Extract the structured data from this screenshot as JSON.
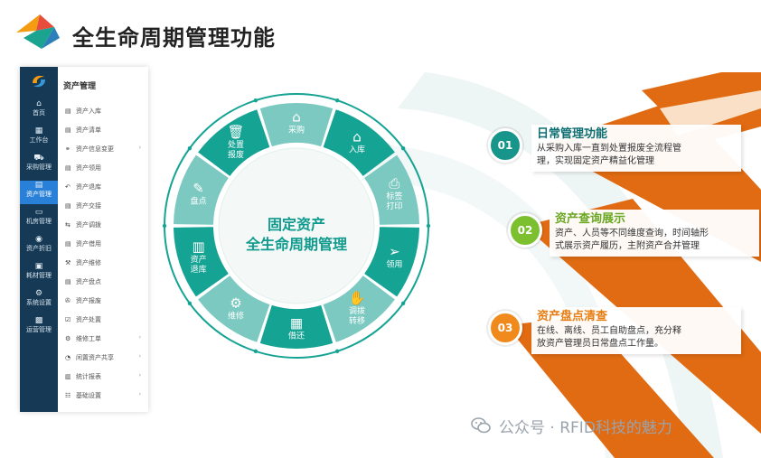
{
  "header": {
    "title": "全生命周期管理功能"
  },
  "app": {
    "rail": [
      {
        "icon": "home-icon",
        "glyph": "⌂",
        "label": "首页"
      },
      {
        "icon": "grid-icon",
        "glyph": "▦",
        "label": "工作台"
      },
      {
        "icon": "cart-icon",
        "glyph": "⛟",
        "label": "采购管理"
      },
      {
        "icon": "asset-icon",
        "glyph": "▤",
        "label": "资产管理"
      },
      {
        "icon": "monitor-icon",
        "glyph": "▭",
        "label": "机房管理"
      },
      {
        "icon": "refresh-icon",
        "glyph": "◉",
        "label": "资产折旧"
      },
      {
        "icon": "box-icon",
        "glyph": "▣",
        "label": "耗材管理"
      },
      {
        "icon": "gear-icon",
        "glyph": "⚙",
        "label": "系统设置"
      },
      {
        "icon": "ops-icon",
        "glyph": "▩",
        "label": "运营管理"
      }
    ],
    "menu": {
      "heading": "资产管理",
      "items": [
        {
          "icon": "doc-icon",
          "glyph": "▤",
          "label": "资产入库",
          "arrow": ""
        },
        {
          "icon": "list-icon",
          "glyph": "▤",
          "label": "资产清单",
          "arrow": ""
        },
        {
          "icon": "link-icon",
          "glyph": "⚭",
          "label": "资产信息变更",
          "arrow": "›"
        },
        {
          "icon": "borrow-icon",
          "glyph": "▤",
          "label": "资产领用",
          "arrow": ""
        },
        {
          "icon": "return-icon",
          "glyph": "↶",
          "label": "资产退库",
          "arrow": ""
        },
        {
          "icon": "handover-icon",
          "glyph": "▤",
          "label": "资产交接",
          "arrow": ""
        },
        {
          "icon": "transfer-icon",
          "glyph": "⇆",
          "label": "资产调拨",
          "arrow": ""
        },
        {
          "icon": "lend-icon",
          "glyph": "▤",
          "label": "资产借用",
          "arrow": ""
        },
        {
          "icon": "repair-icon",
          "glyph": "⚒",
          "label": "资产维修",
          "arrow": ""
        },
        {
          "icon": "inventory-icon",
          "glyph": "▤",
          "label": "资产盘点",
          "arrow": ""
        },
        {
          "icon": "scrap-icon",
          "glyph": "✇",
          "label": "资产报废",
          "arrow": ""
        },
        {
          "icon": "dispose-icon",
          "glyph": "☑",
          "label": "资产处置",
          "arrow": ""
        },
        {
          "icon": "maintenance-icon",
          "glyph": "⚙",
          "label": "维修工单",
          "arrow": "›"
        },
        {
          "icon": "share-icon",
          "glyph": "◔",
          "label": "闲置资产共享",
          "arrow": "›"
        },
        {
          "icon": "report-icon",
          "glyph": "▥",
          "label": "统计报表",
          "arrow": "›"
        },
        {
          "icon": "settings-icon",
          "glyph": "☷",
          "label": "基础设置",
          "arrow": "›"
        }
      ]
    }
  },
  "wheel": {
    "center_line1": "固定资产",
    "center_line2": "全生命周期管理",
    "segments": [
      {
        "id": "purchase",
        "label": "采购",
        "icon": "yen-house-icon",
        "glyph": "⌂",
        "color": "#7cc9c1"
      },
      {
        "id": "stock-in",
        "label": "入库",
        "icon": "house-hand-icon",
        "glyph": "⌂",
        "color": "#15a394"
      },
      {
        "id": "label-print",
        "label": "标签\n打印",
        "icon": "printer-icon",
        "glyph": "⎙",
        "color": "#7cc9c1"
      },
      {
        "id": "receive",
        "label": "领用",
        "icon": "paper-plane-icon",
        "glyph": "➢",
        "color": "#15a394"
      },
      {
        "id": "transfer",
        "label": "调拨\n转移",
        "icon": "hand-card-icon",
        "glyph": "✋",
        "color": "#7cc9c1"
      },
      {
        "id": "return",
        "label": "借还",
        "icon": "calculator-icon",
        "glyph": "▦",
        "color": "#15a394"
      },
      {
        "id": "repair",
        "label": "维修",
        "icon": "gears-icon",
        "glyph": "⚙",
        "color": "#7cc9c1"
      },
      {
        "id": "retire",
        "label": "资产\n退库",
        "icon": "building-icon",
        "glyph": "▥",
        "color": "#15a394"
      },
      {
        "id": "count",
        "label": "盘点",
        "icon": "notepad-icon",
        "glyph": "✎",
        "color": "#7cc9c1"
      },
      {
        "id": "scrap",
        "label": "处置\n报废",
        "icon": "trash-icon",
        "glyph": "🗑",
        "color": "#15a394"
      }
    ]
  },
  "features": [
    {
      "num": "01",
      "title": "日常管理功能",
      "desc_line1": "从采购入库一直到处置报废全流程管",
      "desc_line2": "理，实现固定资产精益化管理",
      "badge_color": "#17958a",
      "title_color": "#0d6f73"
    },
    {
      "num": "02",
      "title": "资产查询展示",
      "desc_line1": "资产、人员等不同维度查询，时间轴形",
      "desc_line2": "式展示资产履历，主附资产合并管理",
      "badge_color": "#7cbf2f",
      "title_color": "#6aa723"
    },
    {
      "num": "03",
      "title": "资产盘点清查",
      "desc_line1": "在线、离线、员工自助盘点，充分释",
      "desc_line2": "放资产管理员日常盘点工作量。",
      "badge_color": "#f08a1c",
      "title_color": "#e77d10"
    }
  ],
  "watermark": {
    "text": "公众号 · RFID科技的魅力"
  },
  "colors": {
    "orange": "#e06b12",
    "teal_dark": "#15a394",
    "teal_light": "#7cc9c1",
    "navy": "#163a55"
  }
}
